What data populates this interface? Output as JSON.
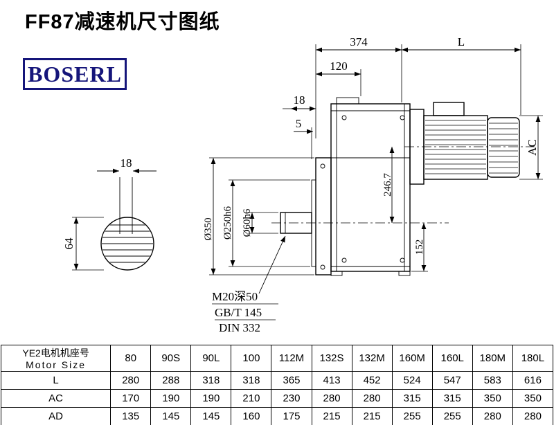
{
  "page": {
    "title": "FF87减速机尺寸图纸",
    "brand": "BOSERL"
  },
  "drawing": {
    "dim_374": "374",
    "dim_L": "L",
    "dim_120": "120",
    "dim_18_top": "18",
    "dim_5": "5",
    "dim_AC": "AC",
    "dim_246_7": "246.7",
    "dim_d350": "Ø350",
    "dim_d250": "Ø250h6",
    "dim_d60": "Ø60h6",
    "dim_152": "152",
    "shaft_dim_18": "18",
    "shaft_dim_64": "64",
    "note_thread": "M20深50",
    "note_gb": "GB/T 145",
    "note_din": "DIN 332"
  },
  "table": {
    "motor_label_cn": "YE2电机机座号",
    "motor_label_en": "Motor Size",
    "sizes": [
      "80",
      "90S",
      "90L",
      "100",
      "112M",
      "132S",
      "132M",
      "160M",
      "160L",
      "180M",
      "180L"
    ],
    "rows": [
      {
        "label": "L",
        "values": [
          "280",
          "288",
          "318",
          "318",
          "365",
          "413",
          "452",
          "524",
          "547",
          "583",
          "616"
        ]
      },
      {
        "label": "AC",
        "values": [
          "170",
          "190",
          "190",
          "210",
          "230",
          "280",
          "280",
          "315",
          "315",
          "350",
          "350"
        ]
      },
      {
        "label": "AD",
        "values": [
          "135",
          "145",
          "145",
          "160",
          "175",
          "215",
          "215",
          "255",
          "255",
          "280",
          "280"
        ]
      }
    ]
  }
}
